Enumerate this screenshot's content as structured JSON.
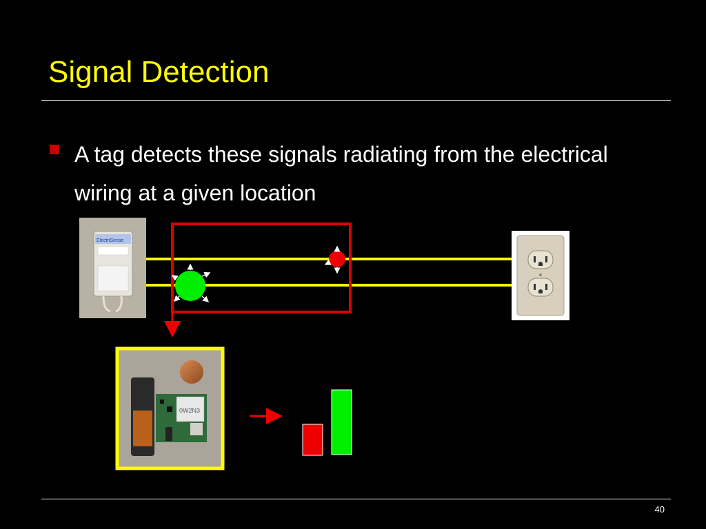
{
  "slide": {
    "title": "Signal Detection",
    "bullets": [
      "A tag detects these signals radiating from the electrical wiring at a given location"
    ],
    "page_number": "40"
  },
  "diagram": {
    "device_label": "ElectriSense",
    "tag_label": "0W2N3"
  },
  "colors": {
    "title": "#ffff00",
    "wire": "#ffff00",
    "highlight_box": "#dd0000",
    "green_signal": "#00ee00",
    "red_signal": "#ee0000",
    "bullet": "#cc0000"
  }
}
